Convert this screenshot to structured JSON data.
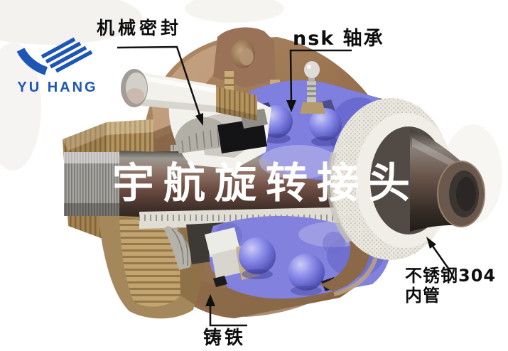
{
  "logo": {
    "name": "YU HANG",
    "brand_color": "#1e56b6",
    "icon": "yuhang-swoosh-icon"
  },
  "watermark_title": "宇航旋转接头",
  "callouts": {
    "mechanical_seal": "机械密封",
    "nsk_bearing": "nsk 轴承",
    "stainless_inner_tube_line1": "不锈钢304",
    "stainless_inner_tube_line2": "内管",
    "cast_iron": "铸铁"
  },
  "illustration": {
    "subject": "rotary-joint-cutaway",
    "colors": {
      "housing_bronze": "#97714f",
      "thread_tan": "#ad8e5e",
      "bearing_blue": "#7f7fdf",
      "shaft_dark": "#4a342b",
      "sleeve_white": "#ece9e1",
      "steel_grey": "#a3a29e",
      "annotation_black": "#101010",
      "watermark_white": "#ffffff"
    }
  }
}
